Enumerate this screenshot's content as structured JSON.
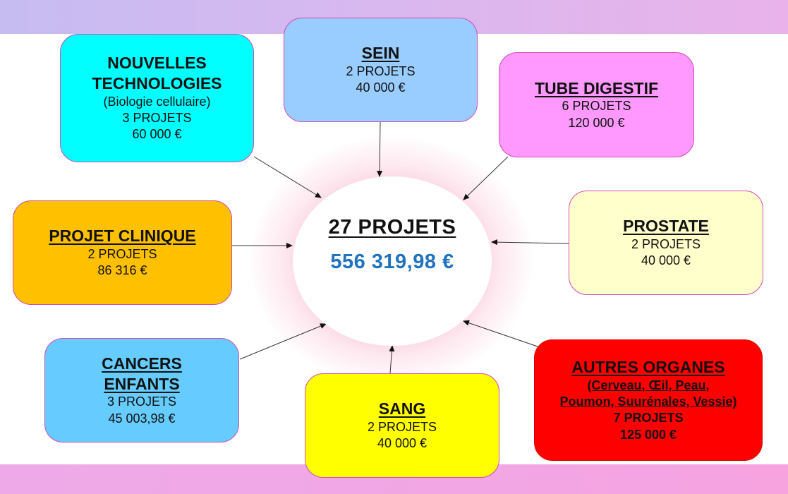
{
  "hub": {
    "title": "27 PROJETS",
    "total": "556 319,98 €",
    "total_color": "#1f73bf"
  },
  "nodes": {
    "nouvelles_technologies": {
      "title_line1": "NOUVELLES",
      "title_line2": "TECHNOLOGIES",
      "subtitle": "(Biologie cellulaire)",
      "projects": "3 PROJETS",
      "amount": "60 000 €",
      "color": "#00ffff"
    },
    "sein": {
      "title": "SEIN",
      "projects": "2 PROJETS",
      "amount": "40 000 €",
      "color": "#99ccff"
    },
    "tube_digestif": {
      "title": "TUBE DIGESTIF",
      "projects": "6 PROJETS",
      "amount": "120 000 €",
      "color": "#ff99ff"
    },
    "projet_clinique": {
      "title": "PROJET CLINIQUE",
      "projects": "2 PROJETS",
      "amount": "86 316 €",
      "color": "#ffc000"
    },
    "prostate": {
      "title": "PROSTATE",
      "projects": "2 PROJETS",
      "amount": "40 000 €",
      "color": "#ffffcc"
    },
    "cancers_enfants": {
      "title_line1": "CANCERS",
      "title_line2": "ENFANTS",
      "projects": "3 PROJETS",
      "amount": "45 003,98 €",
      "color": "#66ccff"
    },
    "sang": {
      "title": "SANG",
      "projects": "2 PROJETS",
      "amount": "40 000 €",
      "color": "#ffff00"
    },
    "autres_organes": {
      "title": "AUTRES ORGANES",
      "subtitle_line1": "(Cerveau, Œil, Peau,",
      "subtitle_line2": "Poumon, Suurénales, Vessie)",
      "projects": "7 PROJETS",
      "amount": "125 000 €",
      "color": "#ff0000"
    }
  }
}
